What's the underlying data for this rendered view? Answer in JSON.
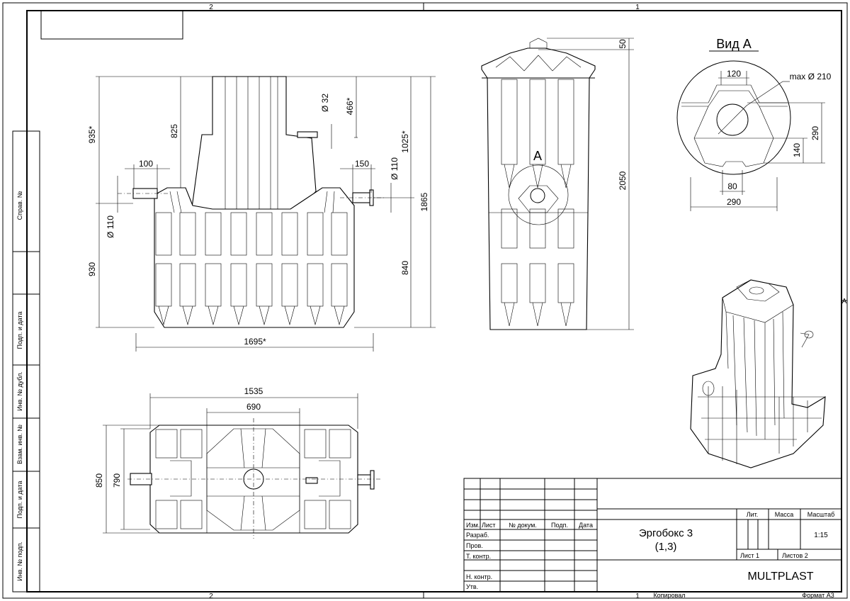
{
  "sheet": {
    "zones_top": [
      "2",
      "1"
    ],
    "zones_bottom": [
      "2",
      "1"
    ],
    "zone_right": "A",
    "format_label": "Формат А3",
    "copied_label": "Копировал"
  },
  "side_strip": [
    "Справ. №",
    "Подп. и дата",
    "Инв. № дубл.",
    "Взам. инв. №",
    "Подп. и дата",
    "Инв. № подп."
  ],
  "front_view": {
    "dims": [
      "935*",
      "825",
      "100",
      "930",
      "Ø 110",
      "Ø 32",
      "466*",
      "150",
      "Ø 110",
      "1025*",
      "1865",
      "840",
      "1695*"
    ]
  },
  "side_view": {
    "section_mark": "A",
    "dims": [
      "50",
      "2050"
    ]
  },
  "detail_view": {
    "title": "Вид А",
    "dims": [
      "120",
      "max Ø 210",
      "290",
      "140",
      "80",
      "290"
    ]
  },
  "plan_view": {
    "dims": [
      "1535",
      "690",
      "850",
      "790"
    ]
  },
  "title_block": {
    "headers": [
      "Изм.",
      "Лист",
      "№ докум.",
      "Подп.",
      "Дата"
    ],
    "roles": [
      "Разраб.",
      "Пров.",
      "Т. контр.",
      "",
      "Н. контр.",
      "Утв."
    ],
    "product_line1": "Эргобокс 3",
    "product_line2": "(1,3)",
    "lit_label": "Лит.",
    "mass_label": "Масса",
    "scale_label": "Масштаб",
    "scale_value": "1:15",
    "sheet_label": "Лист 1",
    "sheets_label": "Листов 2",
    "company": "MULTPLAST"
  }
}
